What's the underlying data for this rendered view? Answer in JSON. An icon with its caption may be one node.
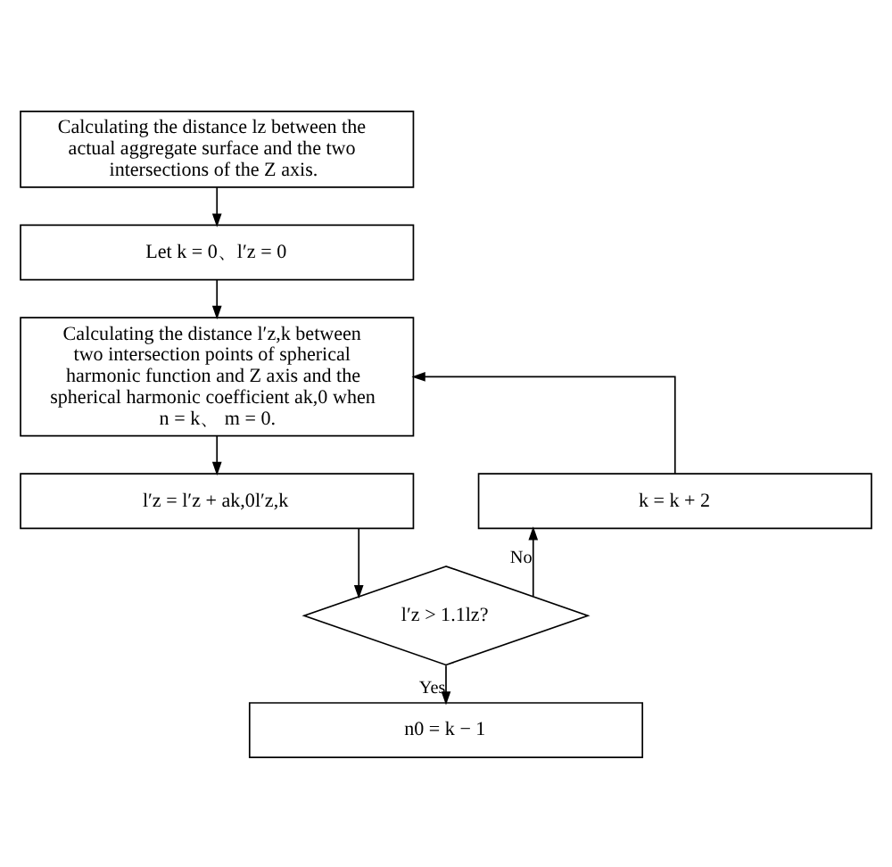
{
  "diagram": {
    "nodes": [
      {
        "text": [
          "Calculating the distance lz between the actual aggregate surface and the two intersections of the Z axis."
        ]
      },
      {
        "text": [
          "Let k = 0、l′z = 0"
        ]
      },
      {
        "text": [
          "Calculating the distance l′z,k between two intersection points of spherical harmonic function and Z axis and the spherical harmonic coefficient ak,0 when n = k、 m = 0."
        ]
      },
      {
        "text": [
          "l′z = l′z + ak,0l′z,k"
        ]
      },
      {
        "text": [
          "l′z > 1.1lz?"
        ]
      },
      {
        "text": [
          "n0 = k − 1"
        ]
      },
      {
        "text": [
          "k = k + 2"
        ]
      }
    ],
    "edges": [
      {
        "from": 0,
        "to": 1,
        "arrow": "to"
      },
      {
        "from": 1,
        "to": 2,
        "arrow": "to"
      },
      {
        "from": 2,
        "to": 3,
        "arrow": "to"
      },
      {
        "from": 3,
        "to": 4,
        "arrow": "to"
      },
      {
        "from": 4,
        "to": 5,
        "arrow": "to",
        "label": "Yes"
      },
      {
        "from": 4,
        "to": 6,
        "arrow": "to",
        "label": "No"
      },
      {
        "from": 6,
        "to": 2,
        "arrow": "to"
      }
    ]
  }
}
